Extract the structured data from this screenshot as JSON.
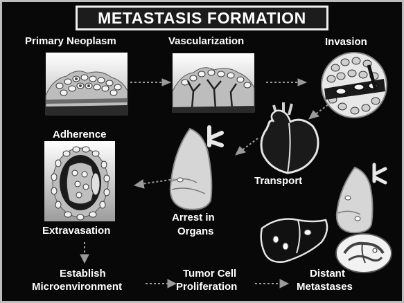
{
  "title": "METASTASIS FORMATION",
  "stages": {
    "primary_neoplasm": "Primary Neoplasm",
    "vascularization": "Vascularization",
    "invasion": "Invasion",
    "transport": "Transport",
    "adherence": "Adherence",
    "extravasation": "Extravasation",
    "arrest_line1": "Arrest in",
    "arrest_line2": "Organs",
    "establish_line1": "Establish",
    "establish_line2": "Microenvironment",
    "proliferation_line1": "Tumor Cell",
    "proliferation_line2": "Proliferation",
    "distant_line1": "Distant",
    "distant_line2": "Metastases"
  },
  "colors": {
    "background": "#080808",
    "text": "#ffffff",
    "tissue_fill": "#d9d9d9",
    "arrow": "#9a9a9a"
  }
}
